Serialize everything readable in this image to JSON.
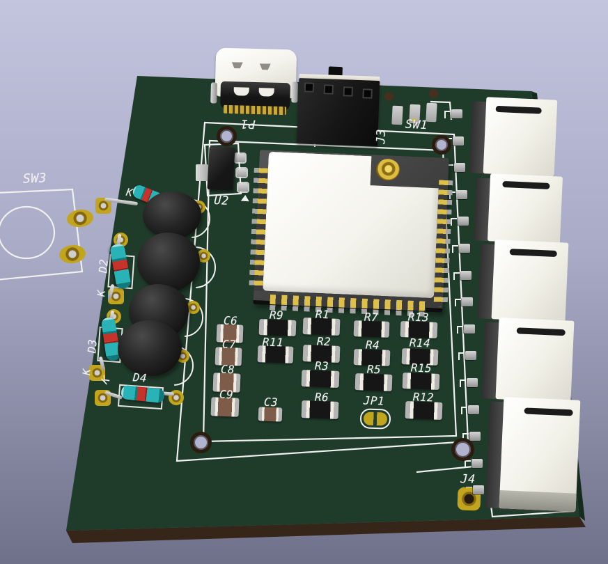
{
  "view": {
    "app": "pcb-3d-viewer",
    "description": "3D rendered printed circuit board on lavender gradient background"
  },
  "colors": {
    "bg-top": "#c3c4de",
    "bg-mid": "#a9aac6",
    "bg-bottom": "#6f7089",
    "bg-hole": "#b2b3ce",
    "board": "#1f3b2a",
    "board-side": "#152b1d",
    "board-edge": "#352619",
    "silk": "#f0f0f0",
    "gold": "#c2a51f",
    "smd-body": "#161616",
    "cap-body": "#7d5c49",
    "diode-teal": "#29b3b6",
    "diode-band": "#c6332b",
    "module-white": "#f4f3ec",
    "connector-white": "#f2f1e8"
  },
  "silkscreen": {
    "P1": "P1",
    "J3": "J3",
    "J4": "J4",
    "JP1": "JP1",
    "SW1": "SW1",
    "SW3": "SW3",
    "U2": "U2",
    "D2": "D2",
    "D3": "D3",
    "D4": "D4",
    "K": "K",
    "C3": "C3",
    "C6": "C6",
    "C7": "C7",
    "C8": "C8",
    "C9": "C9",
    "R1": "R1",
    "R2": "R2",
    "R3": "R3",
    "R4": "R4",
    "R5": "R5",
    "R6": "R6",
    "R7": "R7",
    "R9": "R9",
    "R11": "R11",
    "R12": "R12",
    "R13": "R13",
    "R14": "R14",
    "R15": "R15"
  }
}
